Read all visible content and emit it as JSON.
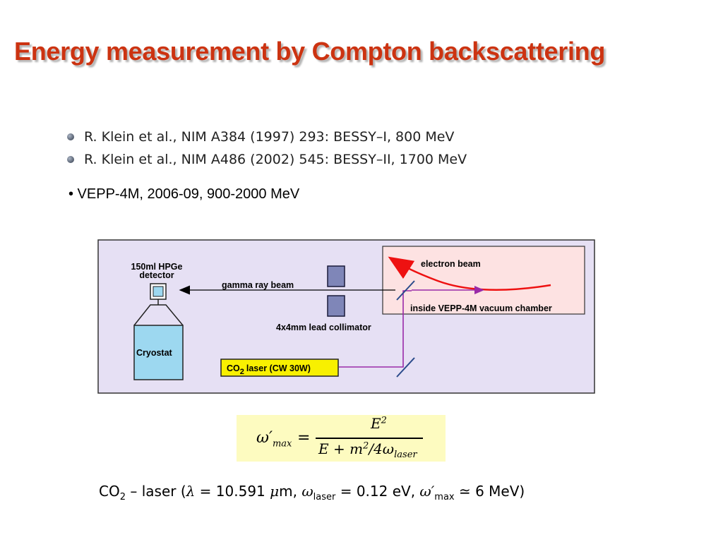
{
  "title": "Energy measurement by Compton backscattering",
  "references": [
    {
      "text": "R. Klein et al., NIM A384 (1997) 293: BESSY–I, 800 MeV"
    },
    {
      "text": "R. Klein et al., NIM A486 (2002) 545: BESSY–II, 1700 MeV"
    }
  ],
  "vepp_line": "• VEPP-4M, 2006-09, 900-2000 MeV",
  "diagram": {
    "detector_label_1": "150ml HPGe",
    "detector_label_2": "detector",
    "gamma_beam_label": "gamma ray beam",
    "electron_beam_label": "electron beam",
    "vacuum_chamber_label": "inside VEPP-4M vacuum chamber",
    "collimator_label": "4x4mm lead collimator",
    "cryostat_label": "Cryostat",
    "laser_label_prefix": "CO",
    "laser_label_sub": "2",
    "laser_label_suffix": "laser (CW 30W)",
    "colors": {
      "panel_bg": "#e6e0f4",
      "vacuum_bg": "#fde2e2",
      "cryostat": "#9dd8f0",
      "collimator": "#7f86b8",
      "laser_box": "#f8f000",
      "electron_beam": "#ee1111",
      "laser_path": "#9a2aa8",
      "title_red": "#cc3311"
    }
  },
  "formula": {
    "lhs": "ω′",
    "lhs_sub": "max",
    "eq": "=",
    "numerator": "E",
    "numerator_sup": "2",
    "den_a": "E + m",
    "den_sup": "2",
    "den_b": "/4ω",
    "den_sub": "laser"
  },
  "laser_line": {
    "prefix": "CO",
    "sub": "2",
    "after_co2": " – laser (",
    "lambda": "λ",
    "lambda_val": " = 10.591 ",
    "mu": "μ",
    "um_unit": "m, ",
    "omega_laser": "ω",
    "omega_laser_sub": "laser",
    "omega_laser_val": " = 0.12 eV, ",
    "omega_max": "ω′",
    "omega_max_sub": "max",
    "omega_max_val": " ≃ 6 MeV)"
  }
}
